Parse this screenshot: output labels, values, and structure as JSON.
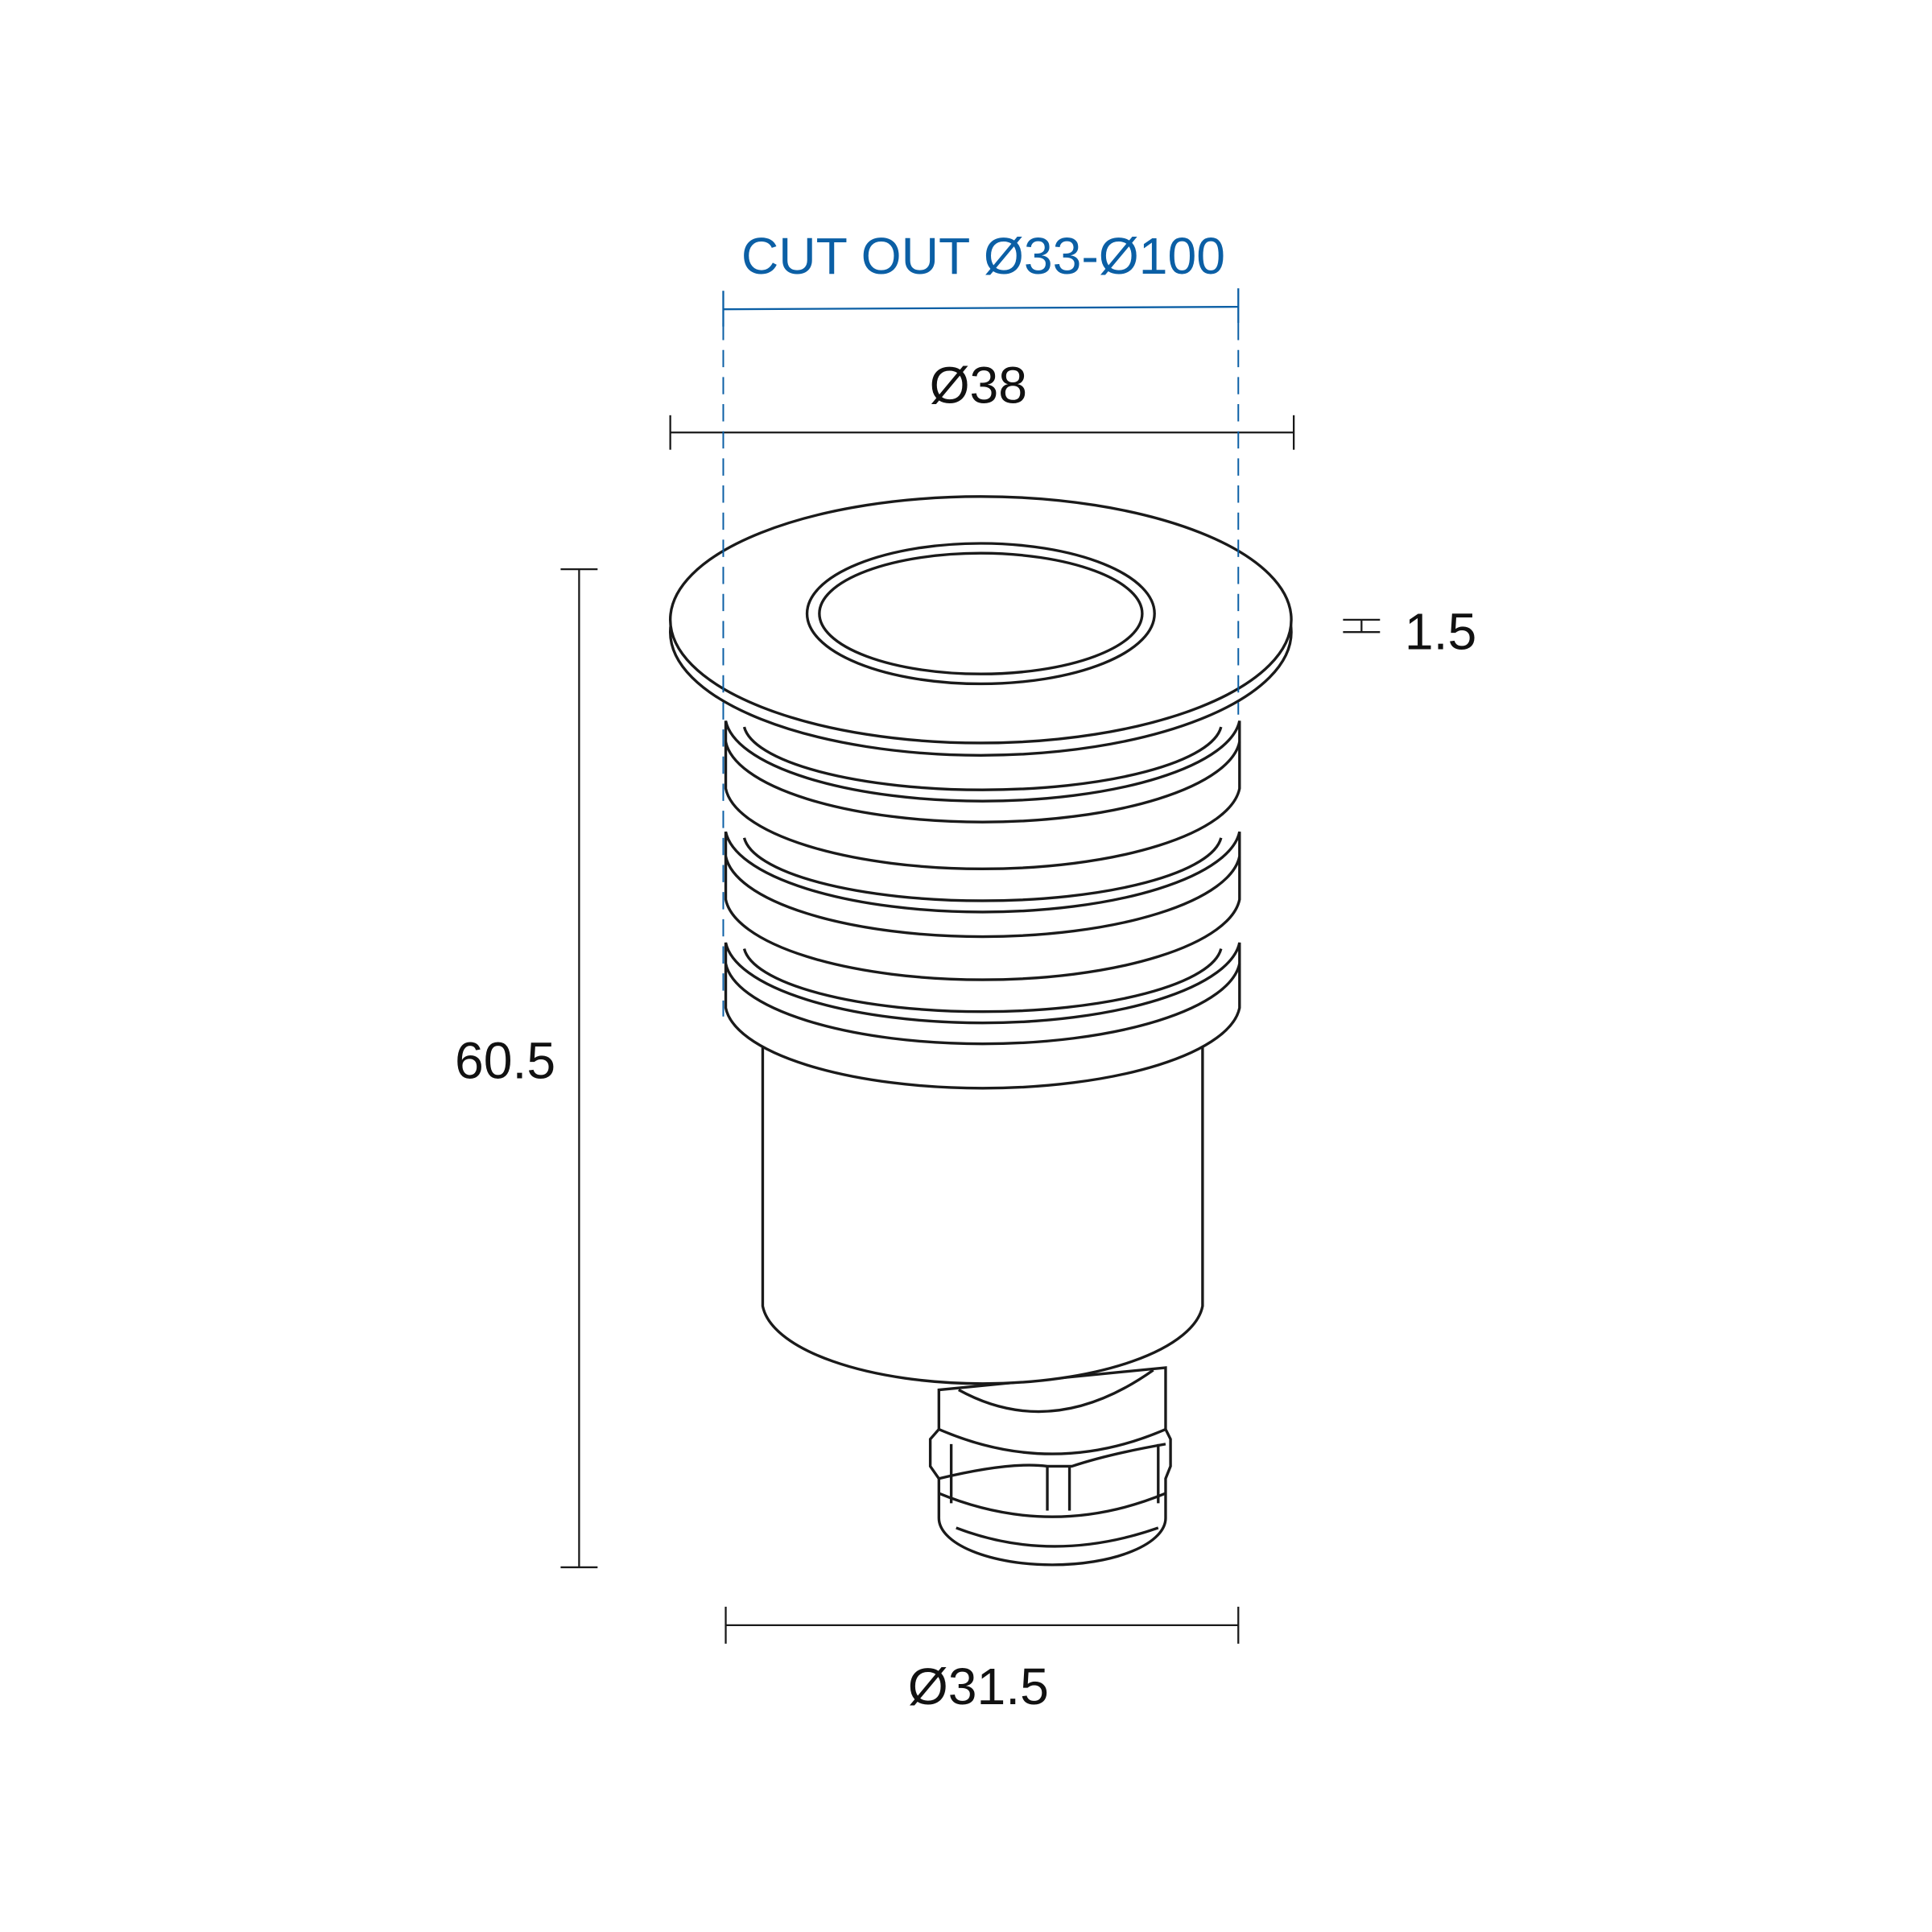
{
  "drawing": {
    "cutout_label": "CUT OUT Ø33-Ø100",
    "diameter_top": "Ø38",
    "flange_thickness": "1.5",
    "height": "60.5",
    "diameter_bottom": "Ø31.5",
    "accent_color": "#0b5fa5"
  }
}
